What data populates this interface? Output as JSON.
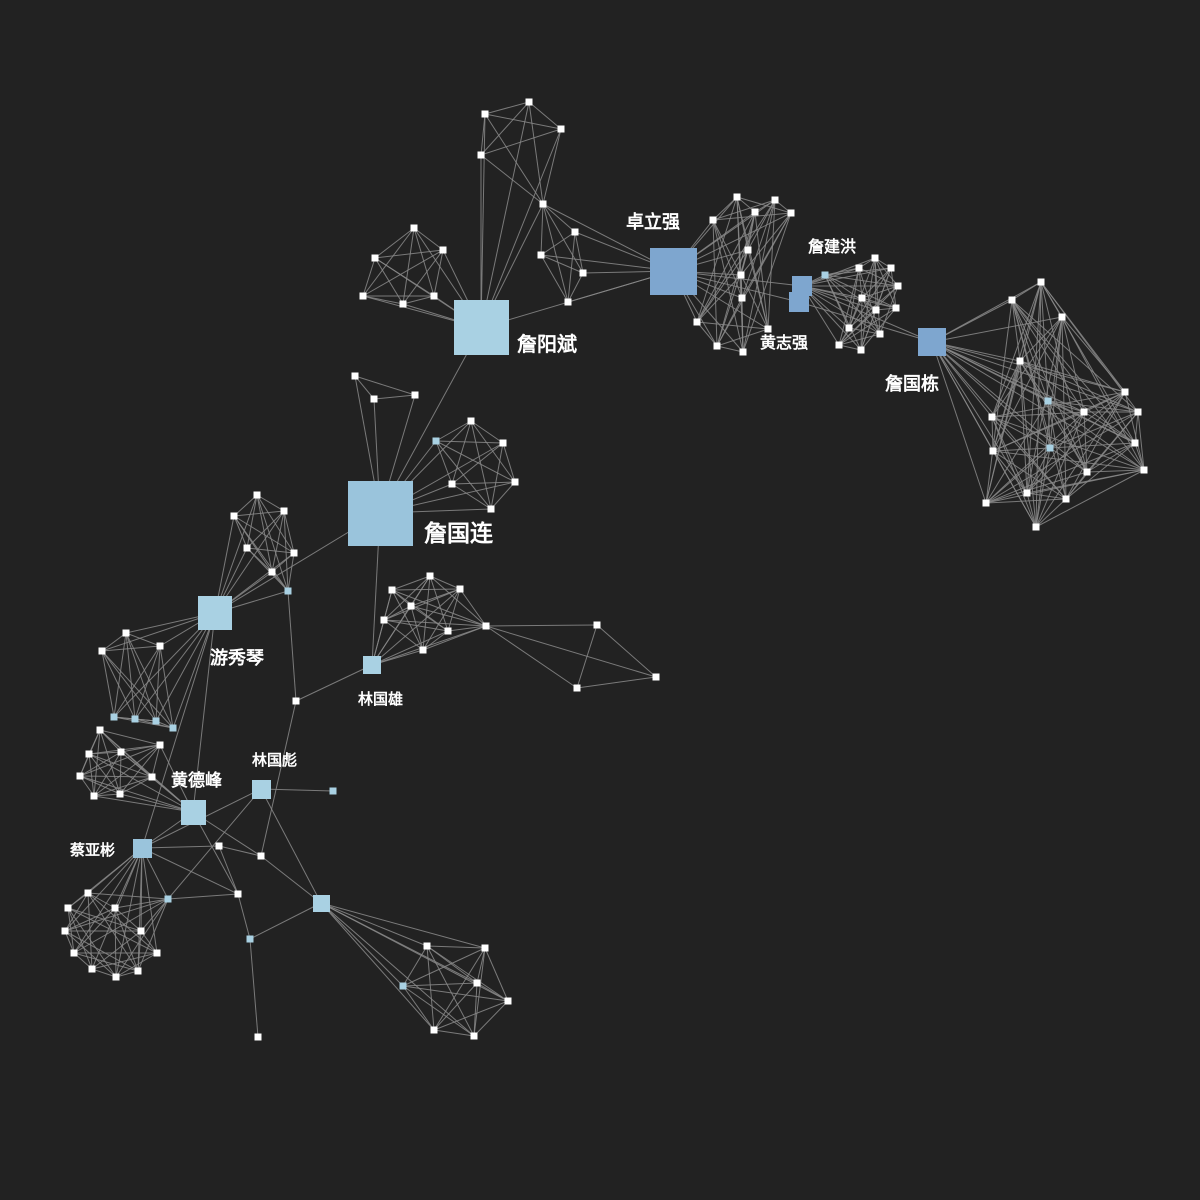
{
  "labels": {
    "zhan_guolian": "詹国连",
    "zhan_yangbin": "詹阳斌",
    "zhuo_liqiang": "卓立强",
    "zhan_jianhong": "詹建洪",
    "huang_zhiqiang": "黄志强",
    "zhan_guodong": "詹国栋",
    "you_xiuqin": "游秀琴",
    "lin_guoxiong": "林国雄",
    "lin_guobiao": "林国彪",
    "huang_defeng": "黄德峰",
    "cai_yabin": "蔡亚彬"
  },
  "colors": {
    "background": "#222222",
    "edge": "#8a8a8a",
    "node_white": "#ffffff",
    "node_light": "#a9d1e3",
    "node_mid": "#9ac4dc",
    "node_deep": "#7ea6cf"
  }
}
